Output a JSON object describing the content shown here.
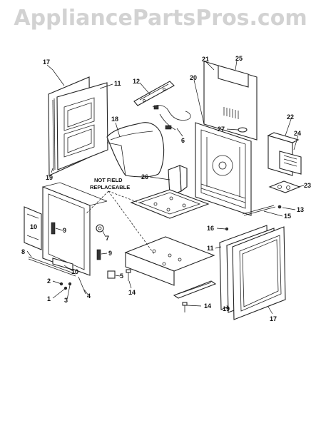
{
  "watermark": "AppliancePartsPros.com",
  "note": {
    "line1": "NOT FIELD",
    "line2": "REPLACEABLE"
  },
  "callouts": [
    {
      "id": "c17a",
      "text": "17"
    },
    {
      "id": "c11a",
      "text": "11"
    },
    {
      "id": "c12",
      "text": "12"
    },
    {
      "id": "c18",
      "text": "18"
    },
    {
      "id": "c19a",
      "text": "19"
    },
    {
      "id": "c21",
      "text": "21"
    },
    {
      "id": "c25",
      "text": "25"
    },
    {
      "id": "c20",
      "text": "20"
    },
    {
      "id": "c27",
      "text": "27"
    },
    {
      "id": "c22",
      "text": "22"
    },
    {
      "id": "c24",
      "text": "24"
    },
    {
      "id": "c6",
      "text": "6"
    },
    {
      "id": "c26",
      "text": "26"
    },
    {
      "id": "c23",
      "text": "23"
    },
    {
      "id": "c13",
      "text": "13"
    },
    {
      "id": "c15",
      "text": "15"
    },
    {
      "id": "c16",
      "text": "16"
    },
    {
      "id": "c11b",
      "text": "11"
    },
    {
      "id": "c10a",
      "text": "10"
    },
    {
      "id": "c9a",
      "text": "9"
    },
    {
      "id": "c8",
      "text": "8"
    },
    {
      "id": "c7",
      "text": "7"
    },
    {
      "id": "c9b",
      "text": "9"
    },
    {
      "id": "c10b",
      "text": "10"
    },
    {
      "id": "c2",
      "text": "2"
    },
    {
      "id": "c5",
      "text": "5"
    },
    {
      "id": "c1",
      "text": "1"
    },
    {
      "id": "c3",
      "text": "3"
    },
    {
      "id": "c4",
      "text": "4"
    },
    {
      "id": "c14a",
      "text": "14"
    },
    {
      "id": "c14b",
      "text": "14"
    },
    {
      "id": "c19b",
      "text": "19"
    },
    {
      "id": "c17b",
      "text": "17"
    }
  ]
}
